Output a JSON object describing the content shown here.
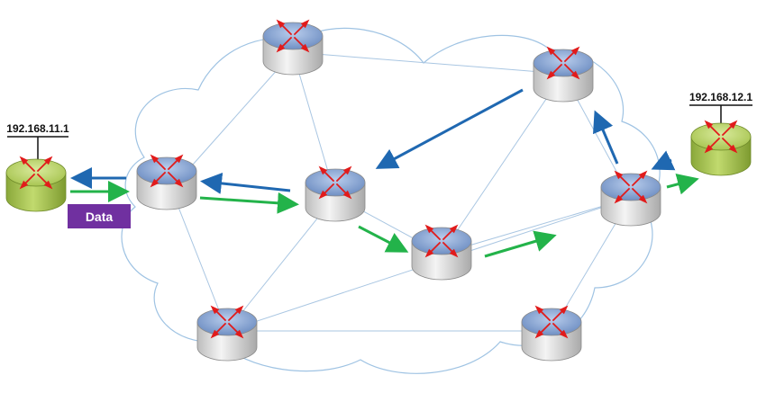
{
  "hosts": {
    "left": {
      "ip": "192.168.11.1"
    },
    "right": {
      "ip": "192.168.12.1"
    }
  },
  "packet": {
    "label": "Data"
  },
  "colors": {
    "cloud_outline": "#9fc3e3",
    "link": "#a9c6e2",
    "router_top": "#7f9fd0",
    "router_body": "#e4e4e4",
    "host_top": "#b7d36a",
    "host_body": "#9dbb4a",
    "router_arrow": "#e11b1b",
    "return_arrow": "#1f68b1",
    "forward_arrow": "#23b34a",
    "data_box": "#7030a0"
  },
  "icons": {
    "router": "router-icon",
    "host": "host-router-icon",
    "arrow": "flow-arrow-icon"
  }
}
